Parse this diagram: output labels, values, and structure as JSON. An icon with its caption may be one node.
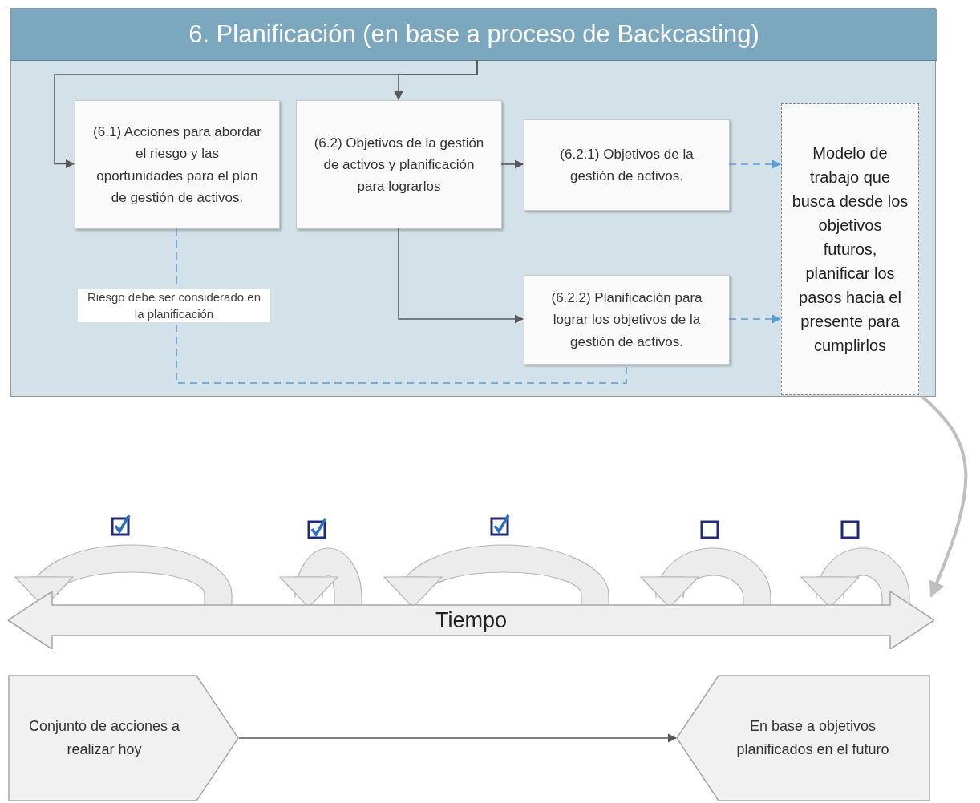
{
  "diagram": {
    "nodes": [
      {
        "text": [],
        "shape": "box"
      },
      {
        "text": [
          "6. Planificación (en base a proceso de Backcasting)"
        ],
        "in": 0
      },
      {
        "text": [
          "(6.1) Acciones para abordar el riesgo y las oportunidades para el plan de gestión de activos."
        ],
        "in": 0
      },
      {
        "text": [
          "(6.2) Objetivos de la gestión de activos y planificación para lograrlos"
        ],
        "in": 0
      },
      {
        "text": [
          "(6.2.1) Objetivos de la gestión de activos."
        ],
        "in": 0
      },
      {
        "text": [
          "(6.2.2) Planificación para lograr los objetivos de la gestión de activos."
        ],
        "in": 0
      },
      {
        "text": [
          "Modelo de trabajo que busca desde los objetivos futuros, planificar los pasos hacia el presente para cumplirlos"
        ],
        "in": 0
      },
      {
        "text": [
          "Tiempo"
        ]
      },
      {
        "text": [
          "Conjunto de acciones a realizar hoy"
        ]
      },
      {
        "text": [
          "En base a objetivos planificados en el futuro"
        ]
      }
    ],
    "edges": [
      {
        "from": 1,
        "to": 2,
        "arrow": "to"
      },
      {
        "from": 1,
        "to": 3,
        "arrow": "to"
      },
      {
        "from": 3,
        "to": 4,
        "arrow": "to"
      },
      {
        "from": 3,
        "to": 5,
        "arrow": "to"
      },
      {
        "from": 4,
        "to": 6,
        "arrow": "to",
        "style": "dashed",
        "color": "#5b9bd5"
      },
      {
        "from": 5,
        "to": 6,
        "arrow": "to",
        "style": "dashed",
        "color": "#5b9bd5"
      },
      {
        "from": 2,
        "to": 5,
        "arrow": "none",
        "style": "dashed",
        "color": "#5b9bd5",
        "label": "Riesgo debe ser considerado en la planificación"
      },
      {
        "from": 0,
        "to": 7,
        "arrow": "to",
        "style": "thick",
        "color": "#bfbfbf"
      },
      {
        "from": 8,
        "to": 9,
        "arrow": "to"
      }
    ]
  }
}
